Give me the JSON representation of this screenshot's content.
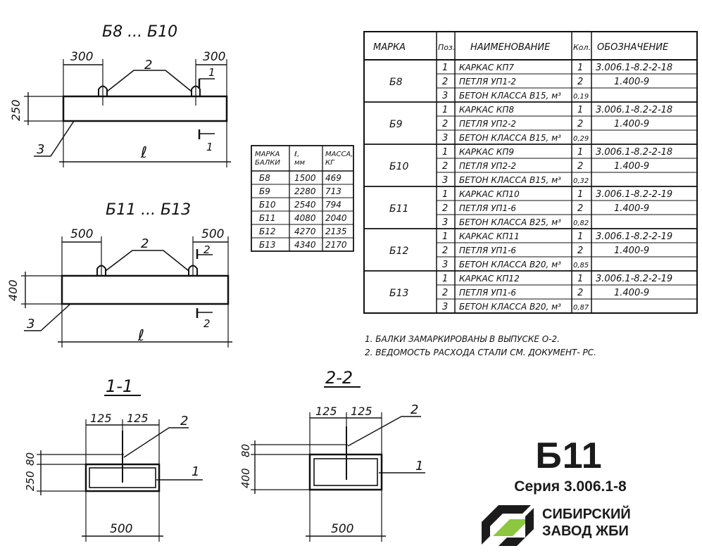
{
  "top_drawing": {
    "title": "Б8 ... Б10",
    "dim_left": "300",
    "dim_right": "300",
    "height": "250",
    "pos_loop": "2",
    "pos_concrete": "3",
    "length": "ℓ",
    "section_mark": "1"
  },
  "bottom_drawing": {
    "title": "Б11 ... Б13",
    "dim_left": "500",
    "dim_right": "500",
    "height": "400",
    "pos_loop": "2",
    "pos_concrete": "3",
    "length": "ℓ",
    "section_mark": "2"
  },
  "mass_table": {
    "headers": [
      "МАРКА БАЛКИ",
      "ℓ, мм",
      "МАССА, КГ"
    ],
    "rows": [
      [
        "Б8",
        "1500",
        "469"
      ],
      [
        "Б9",
        "2280",
        "713"
      ],
      [
        "Б10",
        "2540",
        "794"
      ],
      [
        "Б11",
        "4080",
        "2040"
      ],
      [
        "Б12",
        "4270",
        "2135"
      ],
      [
        "Б13",
        "4340",
        "2170"
      ]
    ]
  },
  "spec_table": {
    "headers": [
      "МАРКА",
      "Поз.",
      "НАИМЕНОВАНИЕ",
      "Кол.",
      "ОБОЗНАЧЕНИЕ"
    ],
    "groups": [
      {
        "mark": "Б8",
        "rows": [
          [
            "1",
            "КАРКАС КП7",
            "1",
            "3.006.1-8.2-2-18"
          ],
          [
            "2",
            "ПЕТЛЯ УП1-2",
            "2",
            "1.400-9"
          ],
          [
            "3",
            "БЕТОН КЛАССА В15, м³",
            "0,19",
            ""
          ]
        ]
      },
      {
        "mark": "Б9",
        "rows": [
          [
            "1",
            "КАРКАС КП8",
            "1",
            "3.006.1-8.2-2-18"
          ],
          [
            "2",
            "ПЕТЛЯ УП2-2",
            "2",
            "1.400-9"
          ],
          [
            "3",
            "БЕТОН КЛАССА В15, м³",
            "0,29",
            ""
          ]
        ]
      },
      {
        "mark": "Б10",
        "rows": [
          [
            "1",
            "КАРКАС КП9",
            "1",
            "3.006.1-8.2-2-18"
          ],
          [
            "2",
            "ПЕТЛЯ УП2-2",
            "2",
            "1.400-9"
          ],
          [
            "3",
            "БЕТОН КЛАССА В15, м³",
            "0,32",
            ""
          ]
        ]
      },
      {
        "mark": "Б11",
        "rows": [
          [
            "1",
            "КАРКАС КП10",
            "1",
            "3.006.1-8.2-2-19"
          ],
          [
            "2",
            "ПЕТЛЯ УП1-6",
            "2",
            "1.400-9"
          ],
          [
            "3",
            "БЕТОН КЛАССА В25, м³",
            "0,82",
            ""
          ]
        ]
      },
      {
        "mark": "Б12",
        "rows": [
          [
            "1",
            "КАРКАС КП11",
            "1",
            "3.006.1-8.2-2-19"
          ],
          [
            "2",
            "ПЕТЛЯ УП1-6",
            "2",
            "1.400-9"
          ],
          [
            "3",
            "БЕТОН КЛАССА В20, м³",
            "0,85",
            ""
          ]
        ]
      },
      {
        "mark": "Б13",
        "rows": [
          [
            "1",
            "КАРКАС КП12",
            "1",
            "3.006.1-8.2-2-19"
          ],
          [
            "2",
            "ПЕТЛЯ УП1-6",
            "2",
            "1.400-9"
          ],
          [
            "3",
            "БЕТОН КЛАССА В20, м³",
            "0,87",
            ""
          ]
        ]
      }
    ]
  },
  "notes": [
    "1. БАЛКИ ЗАМАРКИРОВАНЫ В ВЫПУСКЕ О-2.",
    "2. ВЕДОМОСТЬ РАСХОДА СТАЛИ СМ. ДОКУМЕНТ- РС."
  ],
  "section_1": {
    "title": "1-1",
    "dim_a": "125",
    "dim_b": "125",
    "height": "250",
    "cover": "80",
    "width": "500",
    "pos_loop": "2",
    "pos_frame": "1"
  },
  "section_2": {
    "title": "2-2",
    "dim_a": "125",
    "dim_b": "125",
    "height": "400",
    "cover": "80",
    "width": "500",
    "pos_loop": "2",
    "pos_frame": "1"
  },
  "branding": {
    "product": "Б11",
    "series": "Серия 3.006.1-8",
    "company_line1": "СИБИРСКИЙ",
    "company_line2": "ЗАВОД ЖБИ",
    "logo_color_dark": "#1b1b1b",
    "logo_color_green": "#8dc63f"
  }
}
